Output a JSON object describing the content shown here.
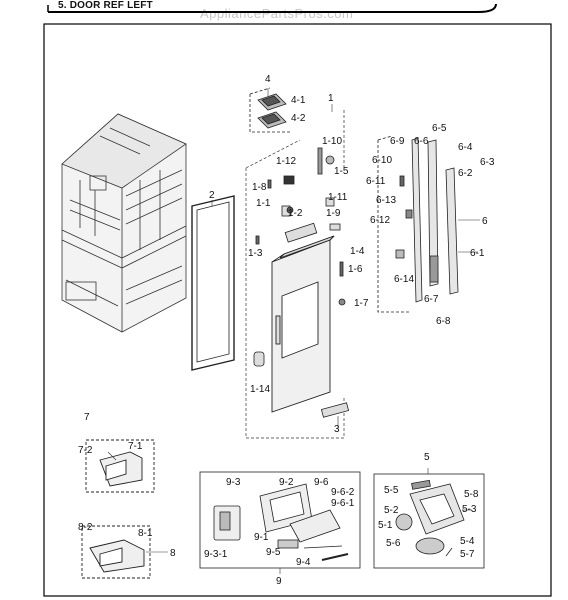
{
  "header": {
    "title": "5. DOOR REF LEFT",
    "watermark": "AppliancePartsPros.com"
  },
  "callouts": {
    "main": [
      "1",
      "2",
      "3",
      "4",
      "5",
      "6",
      "7",
      "8",
      "9"
    ],
    "door": [
      "1-1",
      "1-2",
      "1-3",
      "1-4",
      "1-5",
      "1-6",
      "1-7",
      "1-8",
      "1-9",
      "1-10",
      "1-11",
      "1-12",
      "1-14"
    ],
    "cap": [
      "4-1",
      "4-2"
    ],
    "strip": [
      "6-1",
      "6-2",
      "6-3",
      "6-4",
      "6-5",
      "6-6",
      "6-7",
      "6-8",
      "6-9",
      "6-10",
      "6-11",
      "6-12",
      "6-13",
      "6-14"
    ],
    "bin7": [
      "7-1",
      "7-2"
    ],
    "bin8": [
      "8-1",
      "8-2"
    ],
    "dispenser": [
      "9-1",
      "9-2",
      "9-3",
      "9-3-1",
      "9-4",
      "9-5",
      "9-6",
      "9-6-1",
      "9-6-2"
    ],
    "icemaker": [
      "5-1",
      "5-2",
      "5-3",
      "5-4",
      "5-5",
      "5-6",
      "5-7",
      "5-8"
    ]
  }
}
